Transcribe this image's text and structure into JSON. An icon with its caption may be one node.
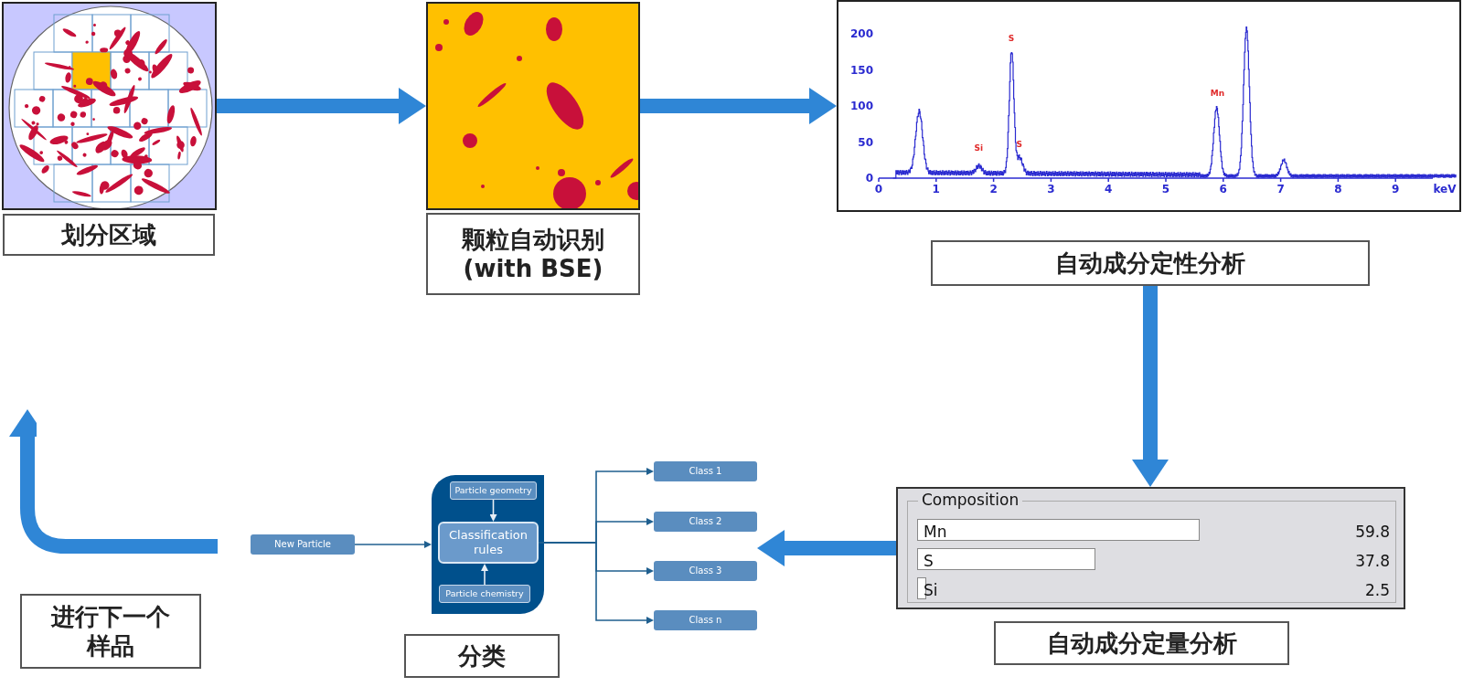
{
  "diagram": {
    "nodes": [
      {
        "text": [],
        "shape": "picture"
      },
      {
        "text": [
          "划分区域"
        ]
      },
      {
        "text": [],
        "shape": "picture"
      },
      {
        "text": [
          "颗粒自动识别 (with BSE)"
        ]
      },
      {
        "text": [],
        "shape": "picture"
      },
      {
        "text": [
          "自动成分定性分析"
        ]
      },
      {
        "text": [
          "Composition"
        ]
      },
      {
        "text": [
          "自动成分定量分析"
        ]
      },
      {
        "text": [],
        "shape": "box"
      },
      {
        "text": [
          "Particle geometry"
        ],
        "in": 8
      },
      {
        "text": [
          "Classification rules"
        ],
        "in": 8
      },
      {
        "text": [
          "Particle chemistry"
        ],
        "in": 8
      },
      {
        "text": [
          "New Particle"
        ]
      },
      {
        "text": [
          "Class 1"
        ]
      },
      {
        "text": [
          "Class 2"
        ]
      },
      {
        "text": [
          "Class 3"
        ]
      },
      {
        "text": [
          "Class n"
        ]
      },
      {
        "text": [
          "分类"
        ]
      },
      {
        "text": [
          "进行下一个样品"
        ]
      }
    ],
    "edges": [
      {
        "from": 0,
        "to": 2,
        "arrow": "to",
        "style": "thick",
        "color": "#2f86d6"
      },
      {
        "from": 2,
        "to": 4,
        "arrow": "to",
        "style": "thick",
        "color": "#2f86d6"
      },
      {
        "from": 5,
        "to": 6,
        "arrow": "to",
        "style": "thick",
        "color": "#2f86d6"
      },
      {
        "from": 6,
        "to": 14,
        "arrow": "to",
        "style": "thick",
        "color": "#2f86d6"
      },
      {
        "from": 12,
        "to": 8,
        "arrow": "to"
      },
      {
        "from": 9,
        "to": 10,
        "arrow": "to",
        "color": "#e8eef5"
      },
      {
        "from": 11,
        "to": 10,
        "arrow": "to",
        "color": "#e8eef5"
      },
      {
        "from": 10,
        "to": 13,
        "arrow": "to"
      },
      {
        "from": 10,
        "to": 14,
        "arrow": "to"
      },
      {
        "from": 10,
        "to": 15,
        "arrow": "to"
      },
      {
        "from": 10,
        "to": 16,
        "arrow": "to"
      }
    ],
    "labels": [
      "200",
      "150",
      "100",
      "50",
      "0",
      "S",
      "Si",
      "S",
      "Mn",
      "0",
      "1",
      "2",
      "3",
      "4",
      "5",
      "6",
      "7",
      "8",
      "9",
      "keV",
      "Mn",
      "59.8",
      "S",
      "37.8",
      "Si",
      "2.5"
    ]
  }
}
